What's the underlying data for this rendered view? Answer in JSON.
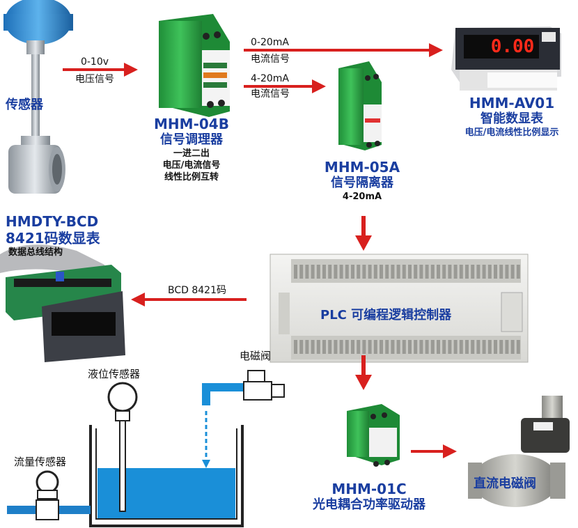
{
  "sensor": {
    "label": "传感器"
  },
  "arrow_voltage": {
    "top": "0-10v",
    "bottom": "电压信号"
  },
  "mhm04b": {
    "model": "MHM-04B",
    "name": "信号调理器",
    "desc1": "一进二出",
    "desc2": "电压/电流信号",
    "desc3": "线性比例互转"
  },
  "arrow_020": {
    "top": "0-20mA",
    "bottom": "电流信号"
  },
  "arrow_420": {
    "top": "4-20mA",
    "bottom": "电流信号"
  },
  "mhm05a": {
    "model": "MHM-05A",
    "name": "信号隔离器",
    "desc": "4-20mA"
  },
  "hmmav01": {
    "model": "HMM-AV01",
    "name": "智能数显表",
    "desc": "电压/电流线性比例显示",
    "display": "0.00"
  },
  "hmdty": {
    "model": "HMDTY-BCD",
    "name": "8421码数显表",
    "desc": "数据总线结构"
  },
  "arrow_bcd": {
    "label": "BCD 8421码"
  },
  "plc": {
    "label": "PLC 可编程逻辑控制器"
  },
  "tank": {
    "level_sensor": "液位传感器",
    "valve": "电磁阀",
    "flow_sensor": "流量传感器"
  },
  "mhm01c": {
    "model": "MHM-01C",
    "name": "光电耦合功率驱动器"
  },
  "dc_valve": {
    "label": "直流电磁阀"
  },
  "colors": {
    "arrow": "#d8201e",
    "title": "#1a3ea0",
    "module": "#2fae4a",
    "water": "#1a8fd8",
    "pipe": "#1e7fc8"
  }
}
